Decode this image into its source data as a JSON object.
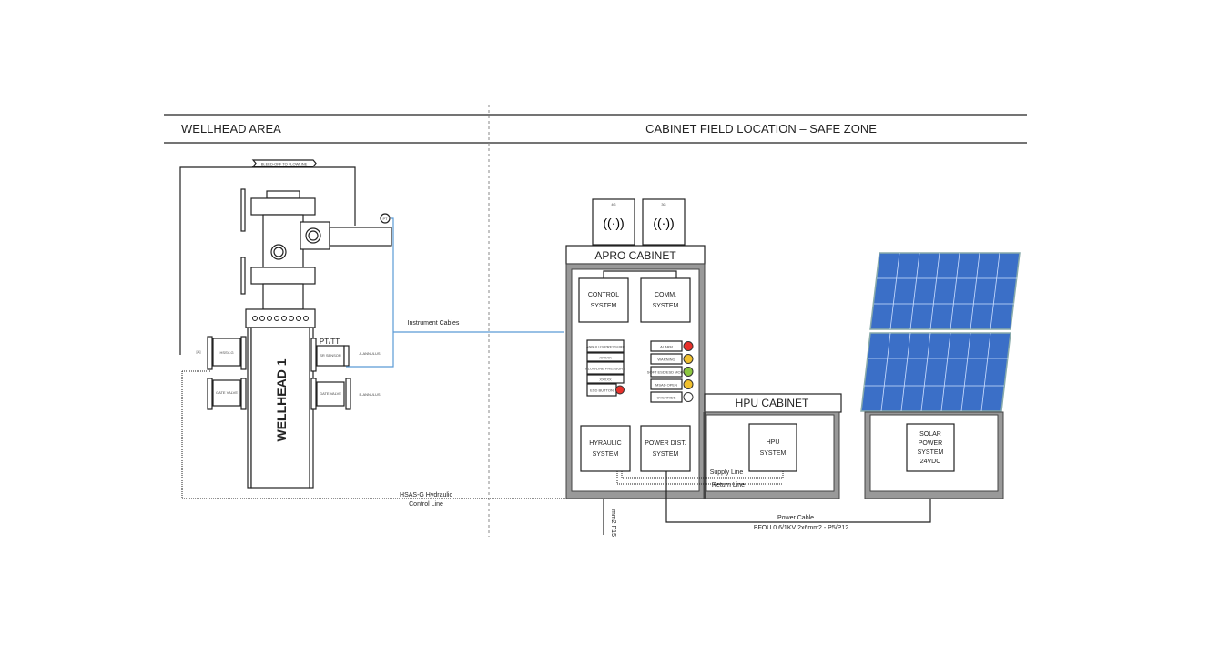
{
  "headers": {
    "wellhead_area": "WELLHEAD AREA",
    "cabinet_location": "CABINET FIELD LOCATION – SAFE ZONE"
  },
  "wellhead": {
    "bleed_off": "BLEED-OFF TO FLOWLINE",
    "pt": "PT",
    "pt_tt": "PT/TT",
    "title": "WELLHEAD 1",
    "hssv": "HSSV-G",
    "gate_valve_left": "GATE VALVE",
    "gate_valve_right": "GATE VALVE",
    "sensor": "SR SENSOR",
    "a_annulus": "A-ANNULUS",
    "b_annulus": "B-ANNULUS",
    "tag_a": "[A]"
  },
  "lines": {
    "instrument_cables": "Instrument Cables",
    "hydraulic_line_1": "HSAS-G Hydraulic",
    "hydraulic_line_2": "Control Line",
    "supply_line": "Supply Line",
    "return_line": "Return Line",
    "power_cable": "Power Cable",
    "power_cable_spec": "BFOU 0.6/1KV 2x6mm2 - P5/P12",
    "vertical_cable": "mm2 P15"
  },
  "apro": {
    "antenna_1": "4G",
    "antenna_2": "3G",
    "title": "APRO CABINET",
    "control_1": "CONTROL",
    "control_2": "SYSTEM",
    "comm_1": "COMM.",
    "comm_2": "SYSTEM",
    "left_panel": [
      "ANNULUS PRESSURE",
      "XXXXX",
      "FLOWLINE PRESSURE",
      "XXXXX",
      "ESD BUTTON"
    ],
    "indicators": [
      {
        "label": "ALARM",
        "color": "#e8302a"
      },
      {
        "label": "WARNING",
        "color": "#f2c12e"
      },
      {
        "label": "SOFT ESD/ESD MODE",
        "color": "#8cc63f"
      },
      {
        "label": "MSAD OPEN",
        "color": "#f2c12e"
      },
      {
        "label": "OVERRIDE",
        "color": "#ffffff"
      }
    ],
    "hyd_1": "HYRAULIC",
    "hyd_2": "SYSTEM",
    "pd_1": "POWER DIST.",
    "pd_2": "SYSTEM"
  },
  "hpu": {
    "title": "HPU CABINET",
    "sys_1": "HPU",
    "sys_2": "SYSTEM"
  },
  "solar": {
    "l1": "SOLAR",
    "l2": "POWER",
    "l3": "SYSTEM",
    "l4": "24VDC"
  }
}
